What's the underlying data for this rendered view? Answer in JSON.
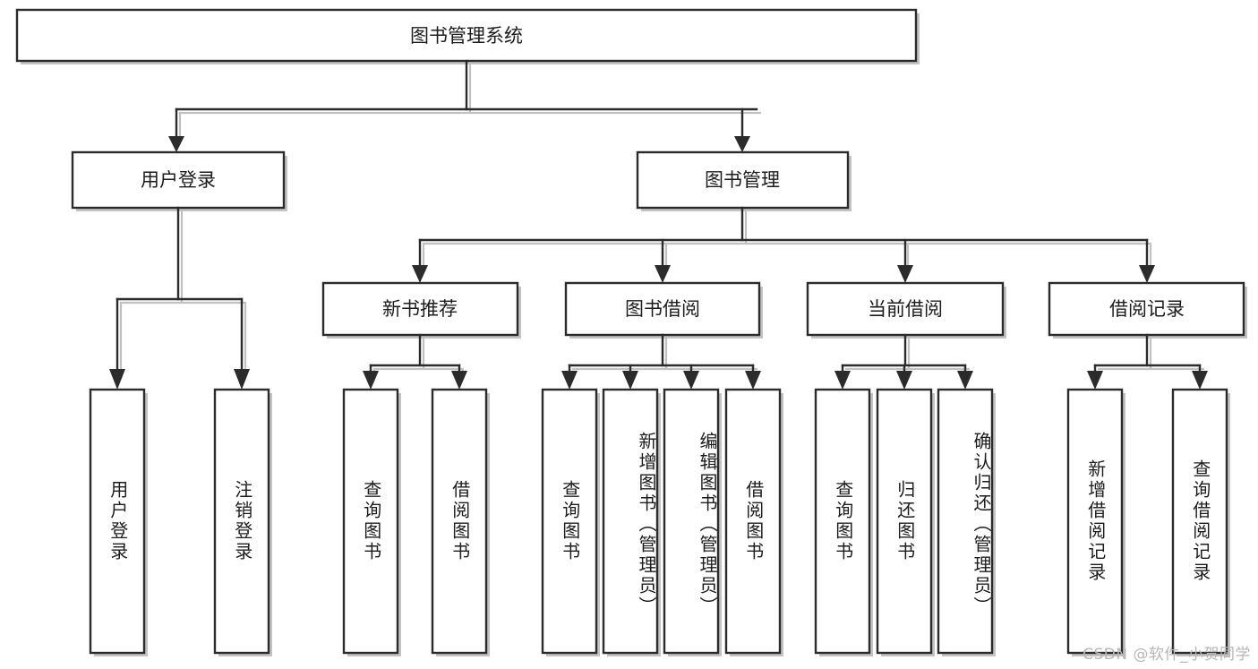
{
  "diagram": {
    "title": "图书管理系统",
    "type": "hierarchy-tree",
    "root": {
      "label": "图书管理系统"
    },
    "level1": [
      {
        "label": "用户登录"
      },
      {
        "label": "图书管理"
      }
    ],
    "level2": [
      {
        "label": "新书推荐"
      },
      {
        "label": "图书借阅"
      },
      {
        "label": "当前借阅"
      },
      {
        "label": "借阅记录"
      }
    ],
    "leaves": {
      "user_login": [
        {
          "label": "用户登录"
        },
        {
          "label": "注销登录"
        }
      ],
      "new_book_recommend": [
        {
          "label": "查询图书"
        },
        {
          "label": "借阅图书"
        }
      ],
      "book_borrow": [
        {
          "label": "查询图书"
        },
        {
          "label": "新增图书（管理员）"
        },
        {
          "label": "编辑图书（管理员）"
        },
        {
          "label": "借阅图书"
        }
      ],
      "current_borrow": [
        {
          "label": "查询图书"
        },
        {
          "label": "归还图书"
        },
        {
          "label": "确认归还（管理员）"
        }
      ],
      "borrow_record": [
        {
          "label": "新增借阅记录"
        },
        {
          "label": "查询借阅记录"
        }
      ]
    }
  },
  "watermark": {
    "text": "CSDN @软件_小贺同学"
  },
  "colors": {
    "box_stroke": "#2b2b2b",
    "box_fill": "#ffffff",
    "text": "#1c1c1c",
    "background": "#ffffff",
    "watermark": "#b6b6b6"
  }
}
